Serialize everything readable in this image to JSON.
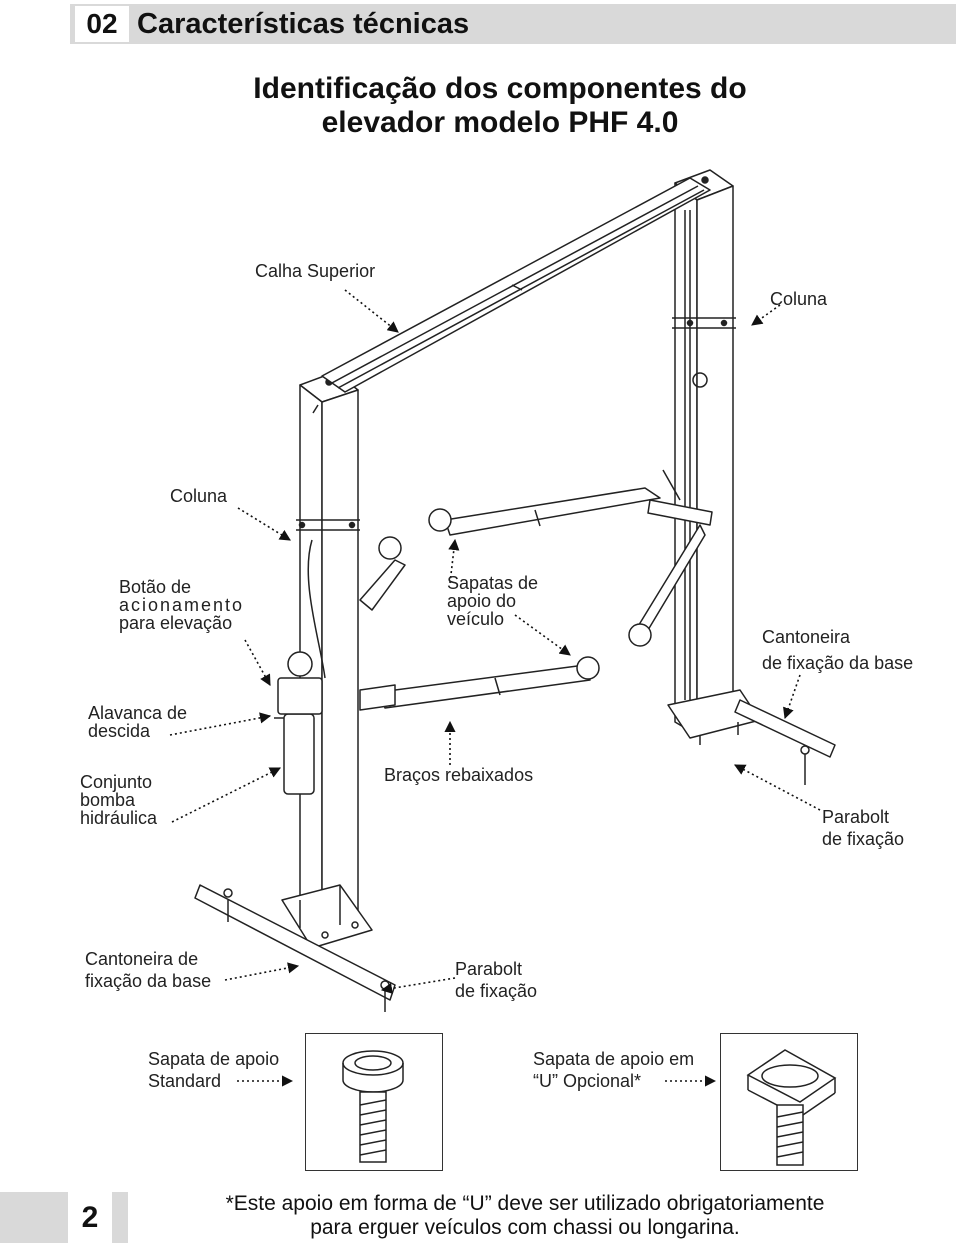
{
  "header": {
    "section_number": "02",
    "section_title": "Características técnicas"
  },
  "title": {
    "line1": "Identificação dos componentes do",
    "line2": "elevador modelo PHF 4.0"
  },
  "labels": {
    "top_rail": "Calha Superior",
    "column_right": "Coluna",
    "column_left": "Coluna",
    "button": {
      "line1": "Botão de",
      "line2": "acionamento",
      "line3": "para elevação"
    },
    "release_lever": {
      "line1": "Alavanca de",
      "line2": "descida"
    },
    "pump": {
      "line1": "Conjunto",
      "line2": "bomba",
      "line3": "hidráulica"
    },
    "pads": {
      "line1": "Sapatas de",
      "line2": "apoio do",
      "line3": "veículo"
    },
    "base_angle_right": {
      "line1": "Cantoneira",
      "line2": "de fixação  da base"
    },
    "low_arms": "Braços rebaixados",
    "anchor_right": {
      "line1": "Parabolt",
      "line2": "de fixação"
    },
    "base_angle_left": {
      "line1": "Cantoneira de",
      "line2": "fixação da base"
    },
    "anchor_left": {
      "line1": "Parabolt",
      "line2": "de fixação"
    },
    "standard_pad": {
      "line1": "Sapata de apoio",
      "line2": "Standard"
    },
    "u_pad": {
      "line1": "Sapata de apoio em",
      "line2": "“U”  Opcional*"
    }
  },
  "footer": {
    "page_number": "2",
    "note_line1": "*Este apoio em forma de “U” deve ser utilizado obrigatoriamente",
    "note_line2": "para erguer veículos com chassi ou longarina."
  },
  "colors": {
    "header_gray": "#d9d9d9",
    "ink": "#1a1a1a"
  }
}
